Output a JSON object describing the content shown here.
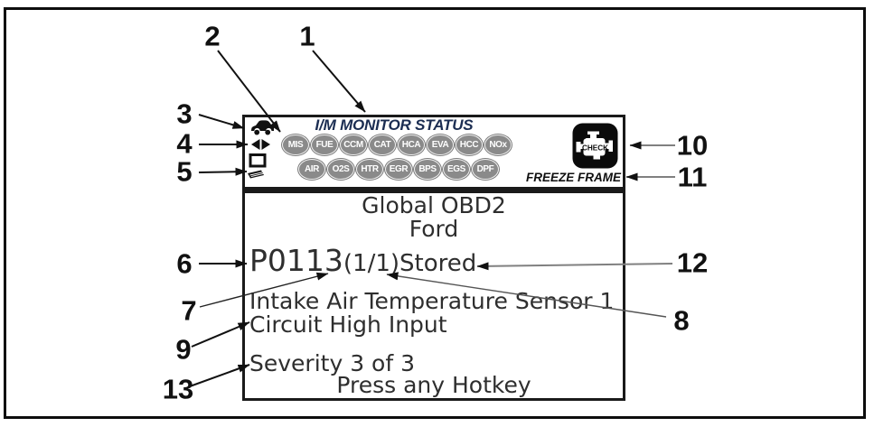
{
  "figure": {
    "type": "scan-tool display diagram with numbered callouts"
  },
  "device_screen": {
    "im_monitor_status": {
      "title": "I/M MONITOR STATUS",
      "monitor_row1": [
        "MIS",
        "FUE",
        "CCM",
        "CAT",
        "HCA",
        "EVA",
        "HCC",
        "NOx"
      ],
      "monitor_row2": [
        "AIR",
        "O2S",
        "HTR",
        "EGR",
        "BPS",
        "EGS",
        "DPF"
      ],
      "check_engine_label": "CHECK",
      "freeze_frame_label": "FREEZE FRAME",
      "icon_names": [
        "vehicle-icon",
        "data-link-arrows-icon",
        "scan-tool-icon",
        "check-engine-icon"
      ]
    },
    "dtc_screen": {
      "protocol": "Global OBD2",
      "vehicle_make": "Ford",
      "dtc_code": "P0113",
      "dtc_index": "(1/1)",
      "dtc_status": "Stored",
      "dtc_description_line1": "Intake Air Temperature Sensor 1",
      "dtc_description_line2": "Circuit High Input",
      "severity": "Severity 3 of 3",
      "prompt": "Press any Hotkey"
    }
  },
  "callouts": {
    "c1": "1",
    "c2": "2",
    "c3": "3",
    "c4": "4",
    "c5": "5",
    "c6": "6",
    "c7": "7",
    "c8": "8",
    "c9": "9",
    "c10": "10",
    "c11": "11",
    "c12": "12",
    "c13": "13"
  },
  "colors": {
    "title_navy": "#1b2d52",
    "monitor_gray": "#8a8a8a",
    "screen_text": "#2e2e2e",
    "ink": "#111111",
    "leader_gray": "#808080"
  }
}
